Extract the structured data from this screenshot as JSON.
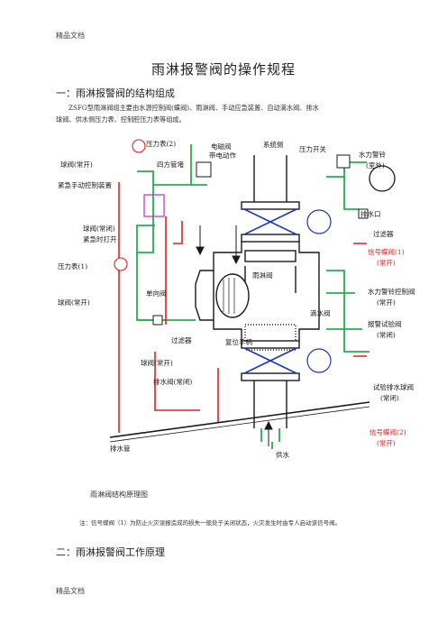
{
  "header": {
    "top": "精品文档",
    "bottom": "精品文档"
  },
  "title": "雨淋报警阀的操作规程",
  "section1": {
    "heading": "一：雨淋报警阀的结构组成",
    "line1": "ZSFG型雨淋阀组主要由水源控制阀(蝶阀)、雨淋阀、手动应急装置、自动滴水阀、排水",
    "line2": "球阀、供水侧压力表、控制腔压力表等组成。"
  },
  "diagram": {
    "labels": {
      "gauge2": "压力表(2)",
      "ball_valve_open": "球阀(常开)",
      "four_way": "四方管堵",
      "solenoid": "电磁阀",
      "solenoid_act": "带电动作",
      "system_side": "系统侧",
      "pressure_switch": "压力开关",
      "water_alarm_bell": "水力警铃",
      "outdoor": "(室外)",
      "drain_port": "排水口",
      "emergency": "紧急手动控制装置",
      "ball_valve_closed": "球阀(常闭)",
      "emergency_open": "紧急时打开",
      "strainer_right": "过滤器",
      "signal_valve1": "信号蝶阀(1)",
      "normally_open1": "(常开)",
      "gauge1": "压力表(1)",
      "check_valve": "单向阀",
      "deluge_valve": "雨淋阀",
      "bell_ctrl": "水力警铃控制阀",
      "bell_ctrl_state": "(常开)",
      "ball_valve_open2": "球阀(常开)",
      "drip_valve": "滴水阀",
      "alarm_test": "报警试验阀",
      "alarm_test_state": "(常闭)",
      "strainer_left": "过滤器",
      "reset_handle": "复位手柄",
      "ball_valve_open3": "球阀(常开)",
      "drain_valve": "排水阀(常闭)",
      "test_drain": "试验排水球阀",
      "test_drain_state": "(常闭)",
      "signal_valve2": "信号蝶阀(2)",
      "normally_open2": "(常开)",
      "drain_pipe": "排水管",
      "supply": "供水"
    },
    "colors": {
      "green": "#22b14c",
      "red": "#e02020",
      "blue": "#1a35c8",
      "magenta": "#c838c8",
      "dark": "#1a1a1a"
    }
  },
  "caption": "雨淋阀结构原理图",
  "note": "注：信号蝶阀（1）为防止火灾误报造成的损失一般处于关闭状态，火灾发生时由专人启动该信号阀。",
  "section2": {
    "heading": "二：雨淋报警阀工作原理"
  }
}
